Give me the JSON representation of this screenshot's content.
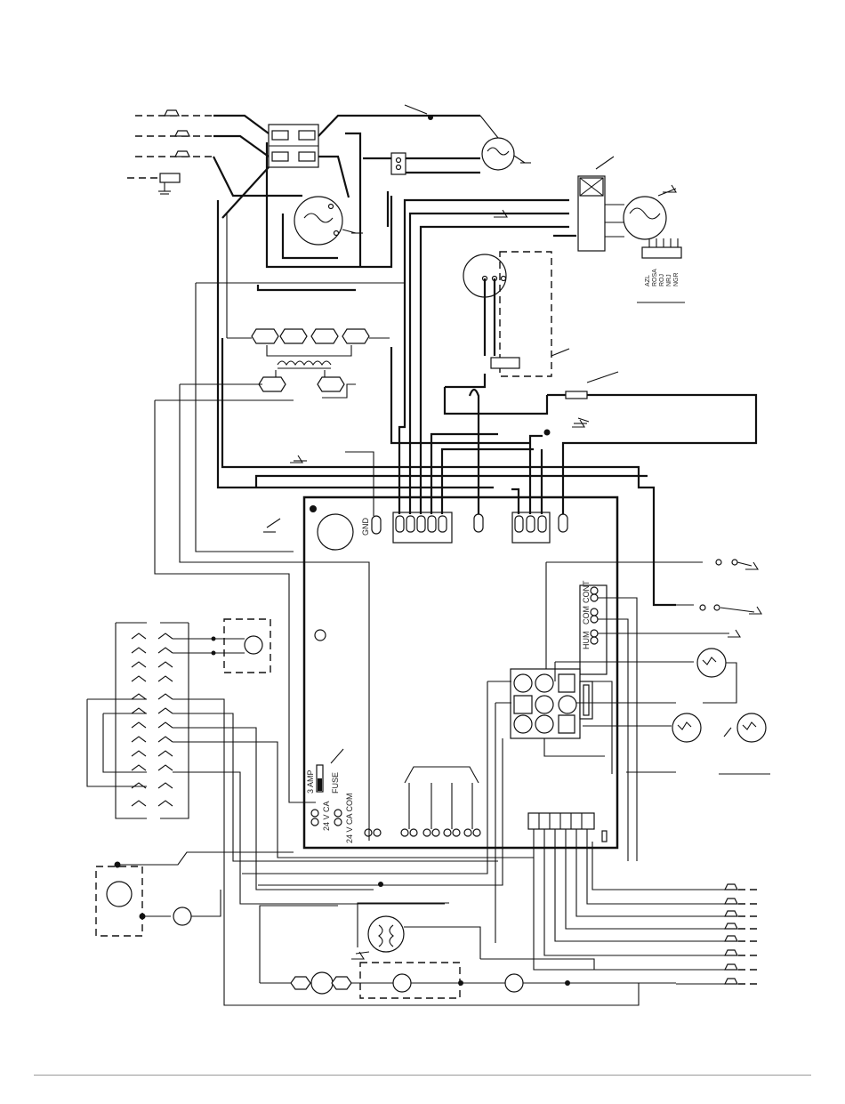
{
  "labels": {
    "gnd": "GND",
    "fuse_rating": "3 AMP",
    "fuse": "FUSE",
    "vac_24": "24 V CA",
    "vac_24_com": "24 V CA COM",
    "hum": "HUM",
    "com": "COM",
    "cont": "CONT"
  },
  "motor_leads": [
    "AZL",
    "ROSA",
    "ROJ",
    "NRJ",
    "NGR"
  ],
  "colors": {
    "wire": "#111111",
    "background": "#ffffff",
    "rule": "#999999"
  }
}
